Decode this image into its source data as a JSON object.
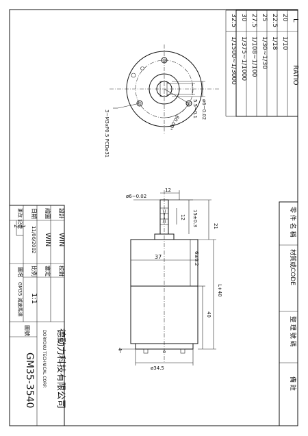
{
  "ratio_table": {
    "header_l": "L",
    "header_ratio": "RATIO",
    "rows": [
      {
        "l": "20",
        "ratio": "1/10"
      },
      {
        "l": "22.5",
        "ratio": "1/18"
      },
      {
        "l": "25",
        "ratio": "1/30~1/30"
      },
      {
        "l": "27.5",
        "ratio": "1/108~1/100"
      },
      {
        "l": "30",
        "ratio": "1/375~1/1000"
      },
      {
        "l": "32.5",
        "ratio": "1/1500~1/3000"
      }
    ]
  },
  "end_view": {
    "hole_note": "3~M3xP0.5 PCDø31",
    "dim_shaft": "ø6~0.02",
    "dim_flat": "5.5~0.1",
    "dim_angle": "60.00°"
  },
  "side_view": {
    "dim_shaft_dia": "ø6~0.02",
    "dim_shaft_len": "12",
    "dim_flat_len": "12",
    "dim_boss": "15±0.3",
    "dim_boss_len": "21",
    "dim_gear_dia": "37",
    "dim_boss_h": "6±0.2",
    "dim_total": "L+40",
    "dim_motor_len": "40",
    "dim_terminal": "4",
    "dim_motor_dia": "ø34.5"
  },
  "parts_header": {
    "part_name": "零 件 名 稱",
    "material": "材質或CODE",
    "item_no": "整 理 號 碼",
    "remarks": "備 註"
  },
  "title_block": {
    "design_label": "設計",
    "design_value": "WIN",
    "draw_label": "繪圖",
    "draw_value": "WIN",
    "check_label": "校對",
    "approve_label": "審定",
    "date_label": "日期",
    "date_value": "11/06/2002",
    "scale_label": "比例",
    "scale_value": "1:1",
    "rev_label": "更改\n記號",
    "rev_1": "1",
    "rev_2": "2",
    "drawing_name_label": "圖名",
    "drawing_name_value": "GM35 減速馬達",
    "drawing_no_label": "圖號",
    "drawing_no_value": "GM35-3540",
    "company_cn": "德動力科技有限公司",
    "company_en": "DORYOKU TECHNICAL CORP."
  }
}
